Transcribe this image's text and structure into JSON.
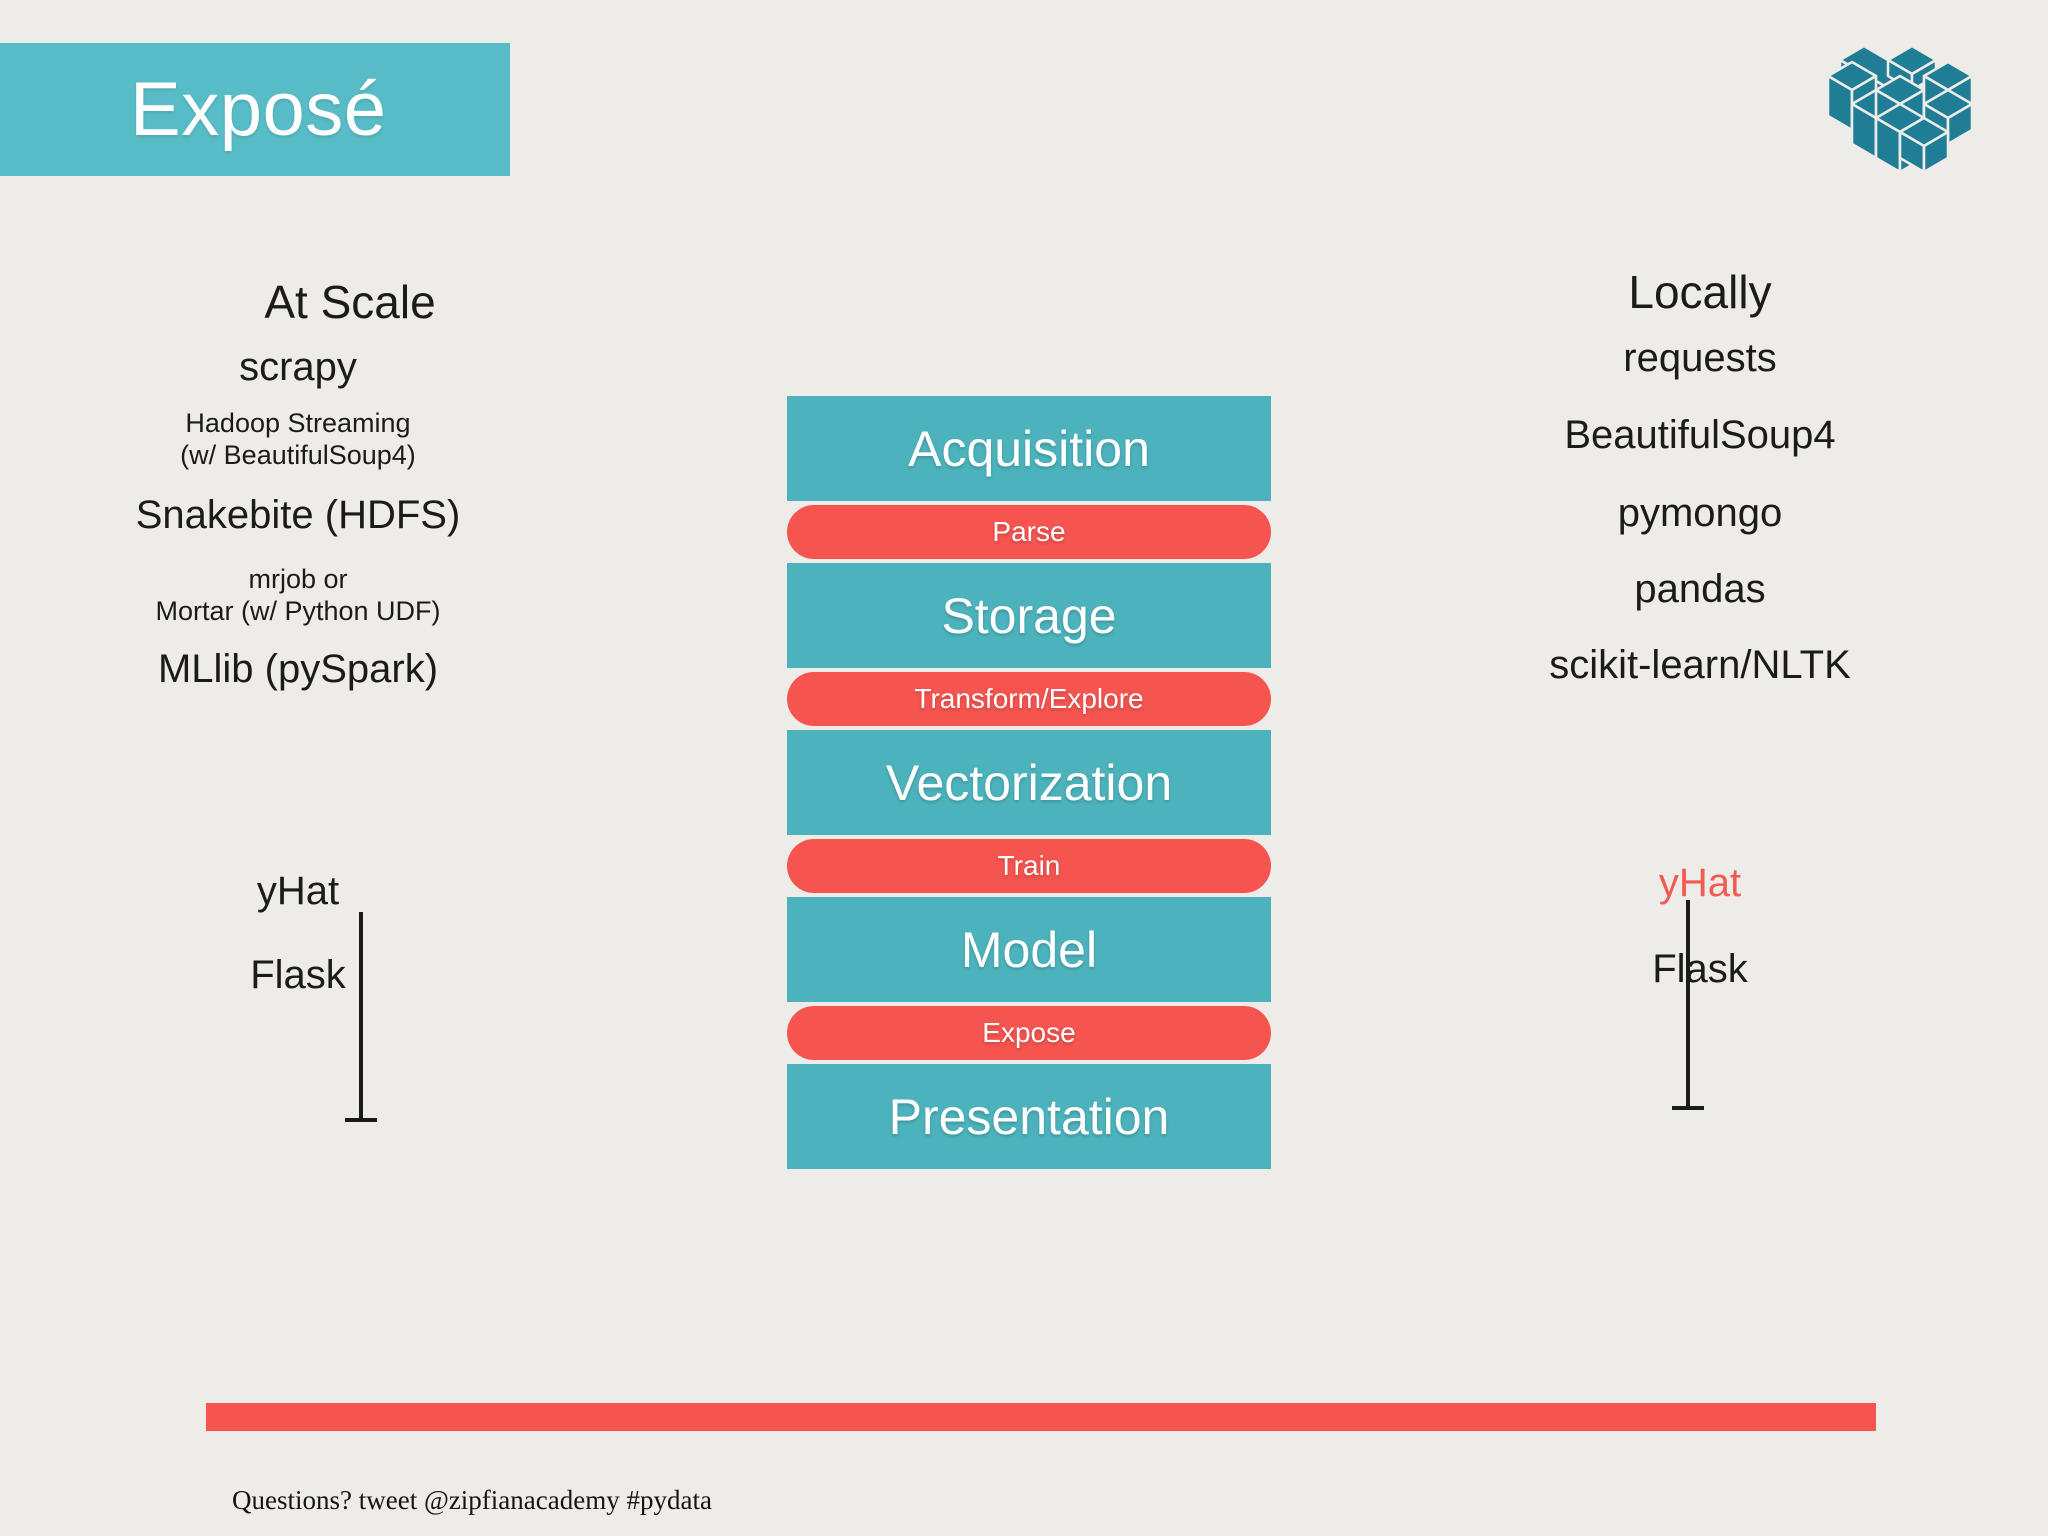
{
  "slide": {
    "title": "Exposé",
    "background_color": "#eeece8",
    "teal": "#4cb3bd",
    "red": "#f5544f",
    "banner_color": "#58bcc6",
    "logo_name": "pydata-logo"
  },
  "columns": {
    "left": {
      "heading": "At Scale",
      "items": [
        {
          "text": "scrapy",
          "size": "big",
          "accent": false
        },
        {
          "text": "Hadoop Streaming",
          "text2": "(w/ BeautifulSoup4)",
          "size": "small",
          "accent": false
        },
        {
          "text": "Snakebite (HDFS)",
          "size": "big",
          "accent": false
        },
        {
          "text": "mrjob or",
          "text2": "Mortar (w/ Python UDF)",
          "size": "small",
          "accent": false
        },
        {
          "text": "MLlib (pySpark)",
          "size": "big",
          "accent": false
        },
        {
          "text": "yHat",
          "size": "big",
          "accent": false
        },
        {
          "text": "Flask",
          "size": "big",
          "accent": false
        }
      ]
    },
    "right": {
      "heading": "Locally",
      "items": [
        {
          "text": "requests",
          "size": "big",
          "accent": false
        },
        {
          "text": "BeautifulSoup4",
          "size": "big",
          "accent": false
        },
        {
          "text": "pymongo",
          "size": "big",
          "accent": false
        },
        {
          "text": "pandas",
          "size": "big",
          "accent": false
        },
        {
          "text": "scikit-learn/NLTK",
          "size": "big",
          "accent": false
        },
        {
          "text": "yHat",
          "size": "big",
          "accent": true
        },
        {
          "text": "Flask",
          "size": "big",
          "accent": false
        }
      ]
    }
  },
  "pipeline": {
    "stages": [
      {
        "label": "Acquisition",
        "kind": "major"
      },
      {
        "label": "Parse",
        "kind": "minor"
      },
      {
        "label": "Storage",
        "kind": "major"
      },
      {
        "label": "Transform/Explore",
        "kind": "minor"
      },
      {
        "label": "Vectorization",
        "kind": "major"
      },
      {
        "label": "Train",
        "kind": "minor"
      },
      {
        "label": "Model",
        "kind": "major"
      },
      {
        "label": "Expose",
        "kind": "minor"
      },
      {
        "label": "Presentation",
        "kind": "major"
      }
    ]
  },
  "footer": {
    "text": "Questions? tweet @zipfianacademy #pydata"
  }
}
